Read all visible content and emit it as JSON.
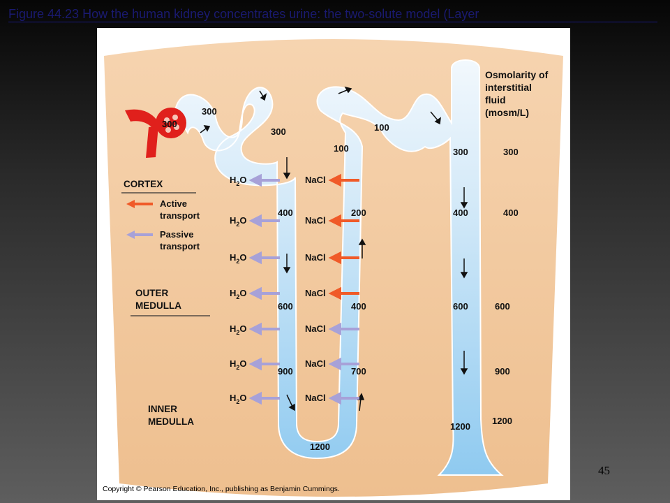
{
  "slide": {
    "title": "Figure 44.23  How the human kidney concentrates urine: the two-solute model (Layer",
    "page_number": "45"
  },
  "figure": {
    "copyright": "Copyright © Pearson Education, Inc., publishing as Benjamin Cummings.",
    "legend": {
      "header": [
        "Osmolarity of",
        "interstitial",
        "fluid",
        "(mosm/L)"
      ],
      "active": [
        "Active",
        "transport"
      ],
      "passive": [
        "Passive",
        "transport"
      ]
    },
    "regions": {
      "cortex": "CORTEX",
      "outer_medulla": [
        "OUTER",
        "MEDULLA"
      ],
      "inner_medulla": [
        "INNER",
        "MEDULLA"
      ]
    },
    "transport": {
      "water": "H2O",
      "salt": "NaCl",
      "water_sub": "2"
    },
    "osmolarity_interstitial": [
      "300",
      "400",
      "600",
      "900",
      "1200"
    ],
    "tubule_values": {
      "glomerulus": "300",
      "proximal": "300",
      "loop_top": "300",
      "descending": [
        "400",
        "600",
        "900"
      ],
      "loop_bottom": "1200",
      "ascending_top": "100",
      "ascending": [
        "200",
        "400",
        "700"
      ],
      "distal": "100",
      "collecting": [
        "300",
        "400",
        "600",
        "1200"
      ]
    },
    "colors": {
      "tissue": "#f2c89c",
      "tubule": "#cfe6f7",
      "active_arrow": "#f05a28",
      "passive_arrow": "#a7a1d8",
      "vessel": "#e0201c"
    }
  }
}
